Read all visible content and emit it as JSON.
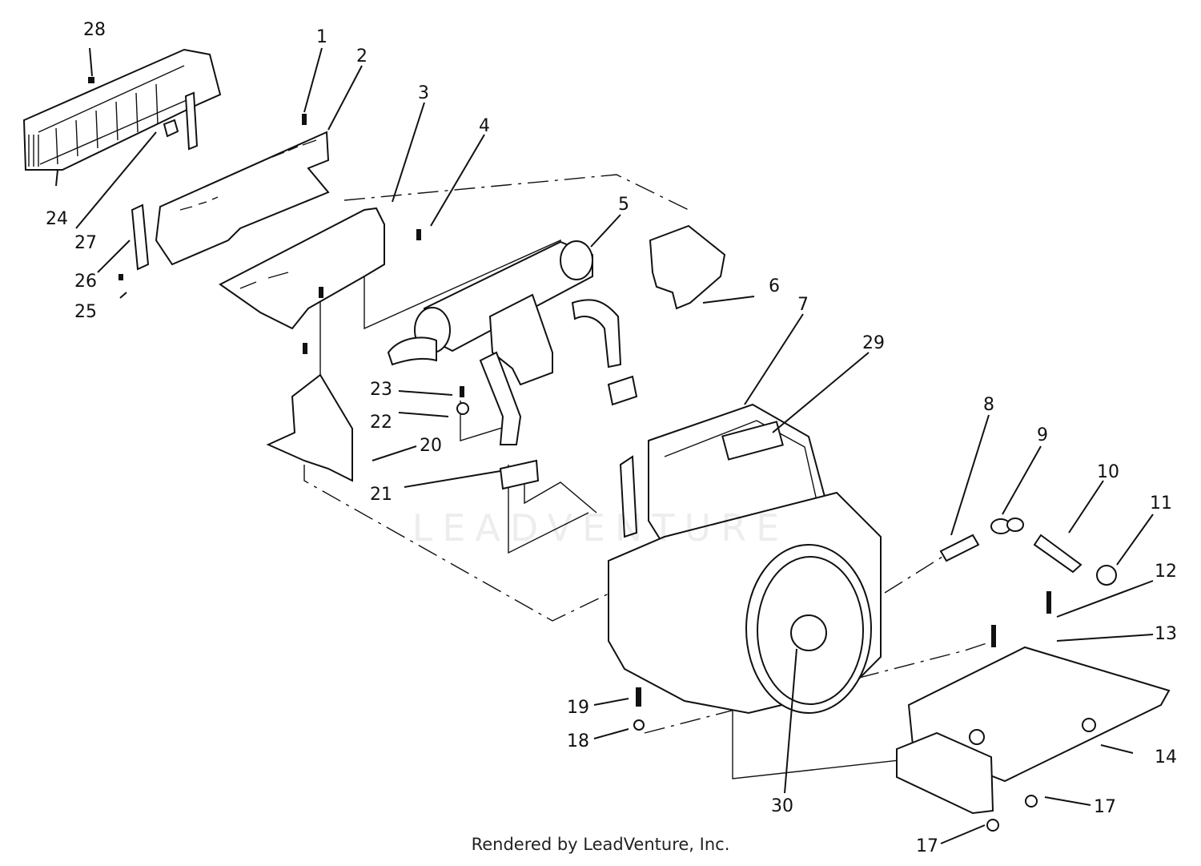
{
  "diagram": {
    "callouts": [
      "1",
      "2",
      "3",
      "4",
      "5",
      "6",
      "7",
      "8",
      "9",
      "10",
      "11",
      "12",
      "13",
      "14",
      "17",
      "17",
      "18",
      "19",
      "20",
      "21",
      "22",
      "23",
      "24",
      "25",
      "26",
      "27",
      "28",
      "29",
      "30"
    ]
  },
  "watermark": "LEADVENTURE",
  "footer": {
    "text": "Rendered by LeadVenture, Inc."
  }
}
